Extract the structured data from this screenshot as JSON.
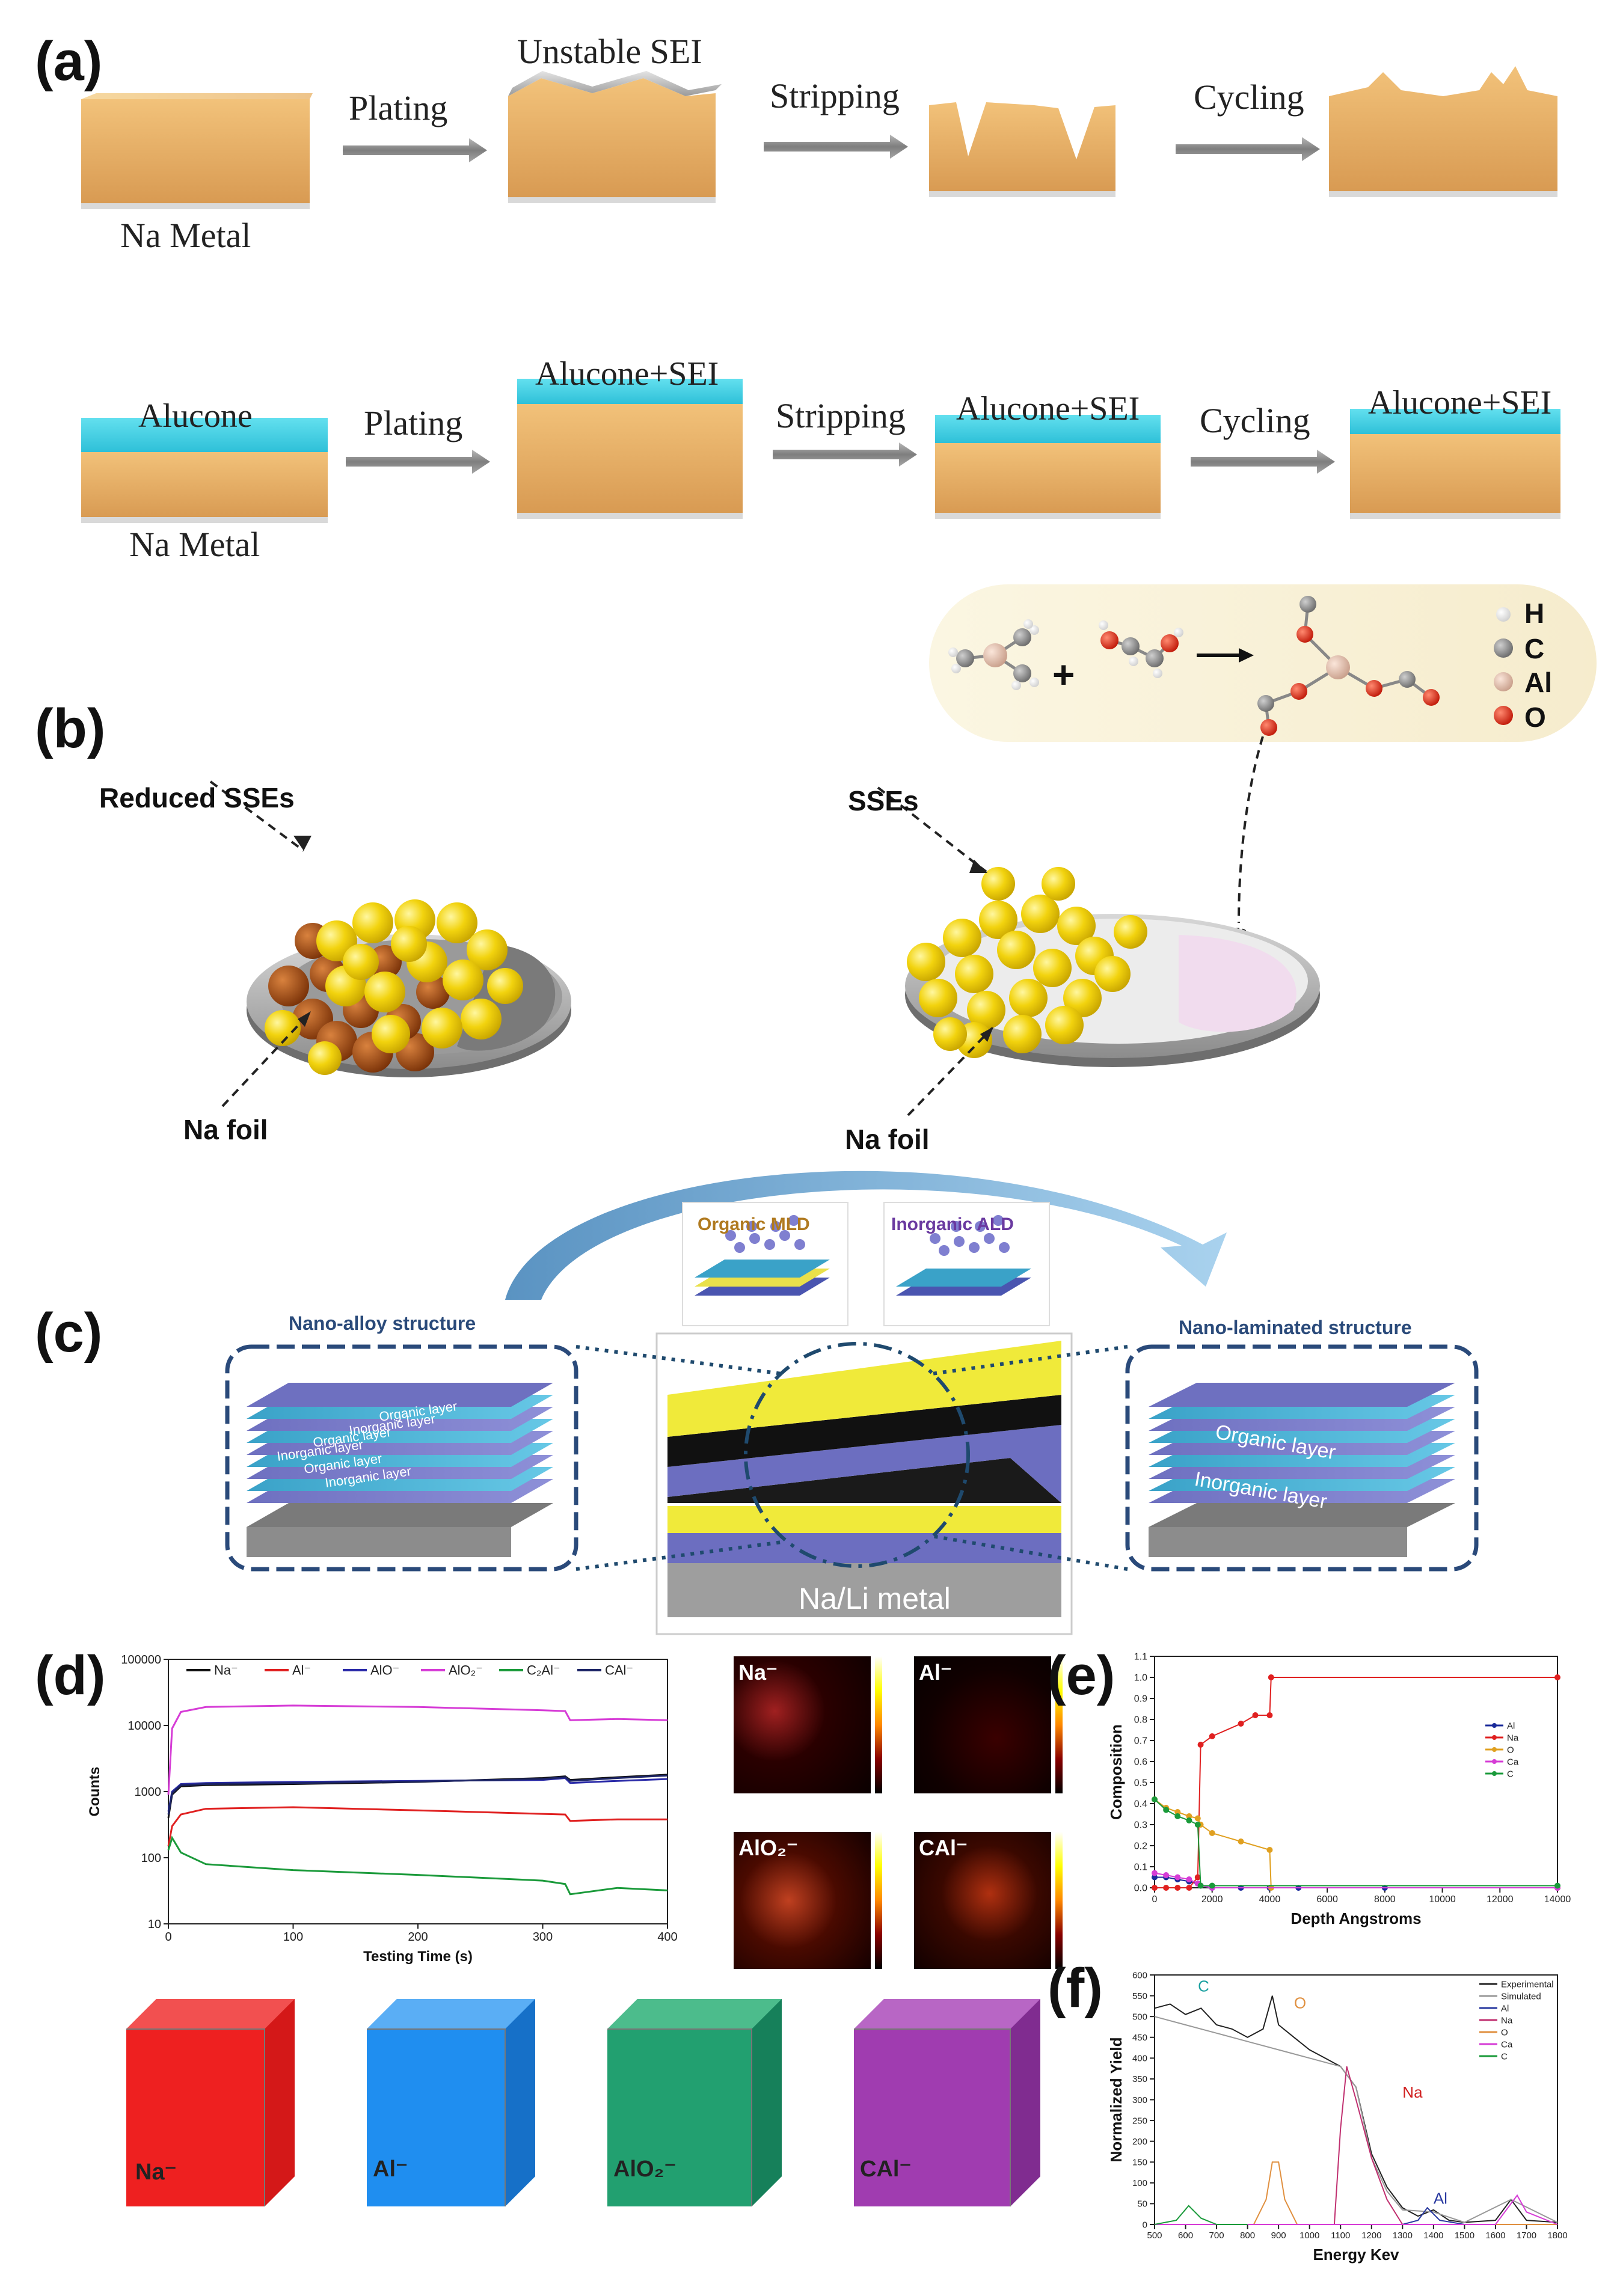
{
  "panels": {
    "a": "(a)",
    "b": "(b)",
    "c": "(c)",
    "d": "(d)",
    "e": "(e)",
    "f": "(f)"
  },
  "panel_a": {
    "row1": {
      "start": "Na Metal",
      "arrows": [
        "Plating",
        "Stripping",
        "Cycling"
      ],
      "top_label": "Unstable SEI"
    },
    "row2": {
      "coating": "Alucone",
      "start": "Na Metal",
      "arrows": [
        "Plating",
        "Stripping",
        "Cycling"
      ],
      "stage": "Alucone+SEI"
    }
  },
  "panel_b": {
    "left_top": "Reduced SSEs",
    "left_bottom": "Na foil",
    "right_top": "SSEs",
    "right_bottom": "Na foil",
    "legend": [
      {
        "label": "H",
        "color": "#f2f2f2"
      },
      {
        "label": "C",
        "color": "#8a8a8a"
      },
      {
        "label": "Al",
        "color": "#e3c6b6"
      },
      {
        "label": "O",
        "color": "#e8251a"
      }
    ],
    "plus": "+",
    "arrow": "→"
  },
  "panel_c": {
    "left_title": "Nano-alloy structure",
    "right_title": "Nano-laminated structure",
    "organic": "Organic MLD",
    "inorganic": "Inorganic ALD",
    "left_layers": [
      "Organic layer",
      "Inorganic layer",
      "Organic layer",
      "Inorganic layer",
      "Organic layer",
      "Inorganic layer"
    ],
    "right_layers": [
      "Organic layer",
      "Inorganic layer"
    ],
    "metal": "Na/Li metal"
  },
  "panel_d": {
    "map_labels": [
      "Na⁻",
      "Al⁻",
      "AlO₂⁻",
      "CAl⁻"
    ],
    "cube_labels": [
      "Na⁻",
      "Al⁻",
      "AlO₂⁻",
      "CAl⁻"
    ],
    "cube_colors": [
      "#ee2020",
      "#1f8ef0",
      "#22a070",
      "#a03cb0"
    ]
  },
  "chart_data": [
    {
      "type": "line",
      "id": "d",
      "xlabel": "Testing Time (s)",
      "ylabel": "Counts",
      "ylog": true,
      "xlim": [
        0,
        400
      ],
      "ylim": [
        10,
        100000
      ],
      "xticks": [
        "0",
        "100",
        "200",
        "300",
        "400"
      ],
      "yticks": [
        "10",
        "100",
        "1000",
        "10000",
        "100000"
      ],
      "legend_position": "top",
      "series": [
        {
          "name": "Na⁻",
          "color": "#111111",
          "x": [
            0,
            3,
            10,
            30,
            100,
            200,
            300,
            318,
            322,
            360,
            400
          ],
          "y": [
            400,
            900,
            1200,
            1250,
            1300,
            1400,
            1600,
            1700,
            1500,
            1650,
            1800
          ]
        },
        {
          "name": "Al⁻",
          "color": "#e02020",
          "x": [
            0,
            3,
            10,
            30,
            100,
            200,
            300,
            318,
            322,
            360,
            400
          ],
          "y": [
            150,
            300,
            450,
            550,
            580,
            520,
            460,
            450,
            360,
            380,
            380
          ]
        },
        {
          "name": "AlO⁻",
          "color": "#2a2aa8",
          "x": [
            0,
            3,
            10,
            30,
            100,
            200,
            300,
            318,
            322,
            360,
            400
          ],
          "y": [
            500,
            1000,
            1300,
            1350,
            1400,
            1450,
            1500,
            1600,
            1350,
            1450,
            1550
          ]
        },
        {
          "name": "AlO₂⁻",
          "color": "#d63cd6",
          "x": [
            0,
            3,
            10,
            30,
            100,
            200,
            300,
            318,
            322,
            360,
            400
          ],
          "y": [
            900,
            9000,
            16000,
            19000,
            20000,
            19000,
            17000,
            16500,
            12000,
            12500,
            12000
          ]
        },
        {
          "name": "C₂Al⁻",
          "color": "#1a9a3a",
          "x": [
            0,
            3,
            10,
            30,
            100,
            200,
            300,
            318,
            322,
            360,
            400
          ],
          "y": [
            130,
            200,
            120,
            80,
            65,
            55,
            45,
            40,
            28,
            35,
            32
          ]
        },
        {
          "name": "CAl⁻",
          "color": "#1c2466",
          "x": [
            0,
            3,
            10,
            30,
            100,
            200,
            300,
            318,
            322,
            360,
            400
          ],
          "y": [
            450,
            950,
            1250,
            1300,
            1350,
            1420,
            1550,
            1650,
            1450,
            1600,
            1750
          ]
        }
      ]
    },
    {
      "type": "line",
      "id": "e",
      "xlabel": "Depth Angstroms",
      "ylabel": "Composition",
      "xlim": [
        0,
        14000
      ],
      "ylim": [
        0,
        1.1
      ],
      "xticks": [
        "0",
        "2000",
        "4000",
        "6000",
        "8000",
        "10000",
        "12000",
        "14000"
      ],
      "yticks": [
        "0.0",
        "0.1",
        "0.2",
        "0.3",
        "0.4",
        "0.5",
        "0.6",
        "0.7",
        "0.8",
        "0.9",
        "1.0",
        "1.1"
      ],
      "legend_position": "right",
      "series": [
        {
          "name": "Al",
          "color": "#1a2a9a",
          "x": [
            0,
            400,
            800,
            1200,
            1500,
            1600,
            2000,
            3000,
            4000,
            5000,
            8000,
            14000
          ],
          "y": [
            0.05,
            0.05,
            0.04,
            0.03,
            0.02,
            0.01,
            0,
            0,
            0,
            0,
            0,
            0
          ]
        },
        {
          "name": "Na",
          "color": "#e02020",
          "x": [
            0,
            400,
            800,
            1200,
            1500,
            1600,
            2000,
            3000,
            3500,
            4000,
            4050,
            14000
          ],
          "y": [
            0,
            0,
            0,
            0,
            0.05,
            0.68,
            0.72,
            0.78,
            0.82,
            0.82,
            1.0,
            1.0
          ]
        },
        {
          "name": "O",
          "color": "#e0a020",
          "x": [
            0,
            400,
            800,
            1200,
            1500,
            1600,
            2000,
            3000,
            4000,
            4050,
            14000
          ],
          "y": [
            0.42,
            0.38,
            0.36,
            0.34,
            0.33,
            0.3,
            0.26,
            0.22,
            0.18,
            0.0,
            0.0
          ]
        },
        {
          "name": "Ca",
          "color": "#d63cd6",
          "x": [
            0,
            400,
            800,
            1200,
            1500,
            1600,
            2000,
            14000
          ],
          "y": [
            0.07,
            0.06,
            0.05,
            0.04,
            0.02,
            0.01,
            0,
            0
          ]
        },
        {
          "name": "C",
          "color": "#1a9a3a",
          "x": [
            0,
            400,
            800,
            1200,
            1500,
            1600,
            2000,
            14000
          ],
          "y": [
            0.42,
            0.37,
            0.34,
            0.32,
            0.3,
            0.01,
            0.01,
            0.01
          ]
        }
      ]
    },
    {
      "type": "line",
      "id": "f",
      "xlabel": "Energy Kev",
      "ylabel": "Normalized Yield",
      "xlim": [
        500,
        1800
      ],
      "ylim": [
        0,
        600
      ],
      "xticks": [
        "500",
        "600",
        "700",
        "800",
        "900",
        "1000",
        "1100",
        "1200",
        "1300",
        "1400",
        "1500",
        "1600",
        "1700",
        "1800"
      ],
      "yticks": [
        "0",
        "50",
        "100",
        "150",
        "200",
        "250",
        "300",
        "350",
        "400",
        "450",
        "500",
        "550",
        "600"
      ],
      "legend_position": "top-right",
      "annotations": [
        {
          "text": "C",
          "x": 640,
          "y": 560,
          "color": "#1aa0a0"
        },
        {
          "text": "O",
          "x": 950,
          "y": 520,
          "color": "#e09040"
        },
        {
          "text": "Na",
          "x": 1300,
          "y": 305,
          "color": "#d02020"
        },
        {
          "text": "Al",
          "x": 1400,
          "y": 50,
          "color": "#2a3aa0"
        }
      ],
      "series": [
        {
          "name": "Experimental",
          "color": "#222222",
          "x": [
            500,
            550,
            600,
            650,
            700,
            750,
            800,
            850,
            880,
            900,
            950,
            1000,
            1050,
            1100,
            1150,
            1200,
            1250,
            1300,
            1350,
            1400,
            1450,
            1500,
            1600,
            1650,
            1700,
            1800
          ],
          "y": [
            520,
            530,
            505,
            520,
            480,
            470,
            450,
            470,
            550,
            480,
            450,
            420,
            400,
            380,
            330,
            170,
            90,
            40,
            20,
            35,
            10,
            5,
            10,
            60,
            10,
            5
          ]
        },
        {
          "name": "Simulated",
          "color": "#999999",
          "x": [
            500,
            600,
            700,
            800,
            900,
            1000,
            1100,
            1150,
            1200,
            1250,
            1300,
            1400,
            1500,
            1650,
            1800
          ],
          "y": [
            500,
            480,
            460,
            440,
            420,
            400,
            380,
            330,
            160,
            80,
            35,
            30,
            5,
            60,
            5
          ]
        },
        {
          "name": "Al",
          "color": "#2a3aa0",
          "x": [
            500,
            1300,
            1350,
            1380,
            1420,
            1500,
            1800
          ],
          "y": [
            0,
            0,
            10,
            40,
            10,
            0,
            0
          ]
        },
        {
          "name": "Na",
          "color": "#c03070",
          "x": [
            500,
            1080,
            1100,
            1120,
            1150,
            1200,
            1250,
            1300,
            1800
          ],
          "y": [
            0,
            0,
            230,
            380,
            300,
            160,
            60,
            0,
            0
          ]
        },
        {
          "name": "O",
          "color": "#e09040",
          "x": [
            500,
            820,
            860,
            880,
            900,
            920,
            960,
            1800
          ],
          "y": [
            0,
            0,
            60,
            150,
            150,
            60,
            0,
            0
          ]
        },
        {
          "name": "Ca",
          "color": "#d63cd6",
          "x": [
            500,
            1600,
            1640,
            1670,
            1700,
            1800
          ],
          "y": [
            0,
            0,
            40,
            70,
            30,
            0
          ]
        },
        {
          "name": "C",
          "color": "#1a9a3a",
          "x": [
            500,
            570,
            610,
            650,
            700,
            800
          ],
          "y": [
            0,
            10,
            45,
            15,
            0,
            0
          ]
        }
      ]
    }
  ]
}
